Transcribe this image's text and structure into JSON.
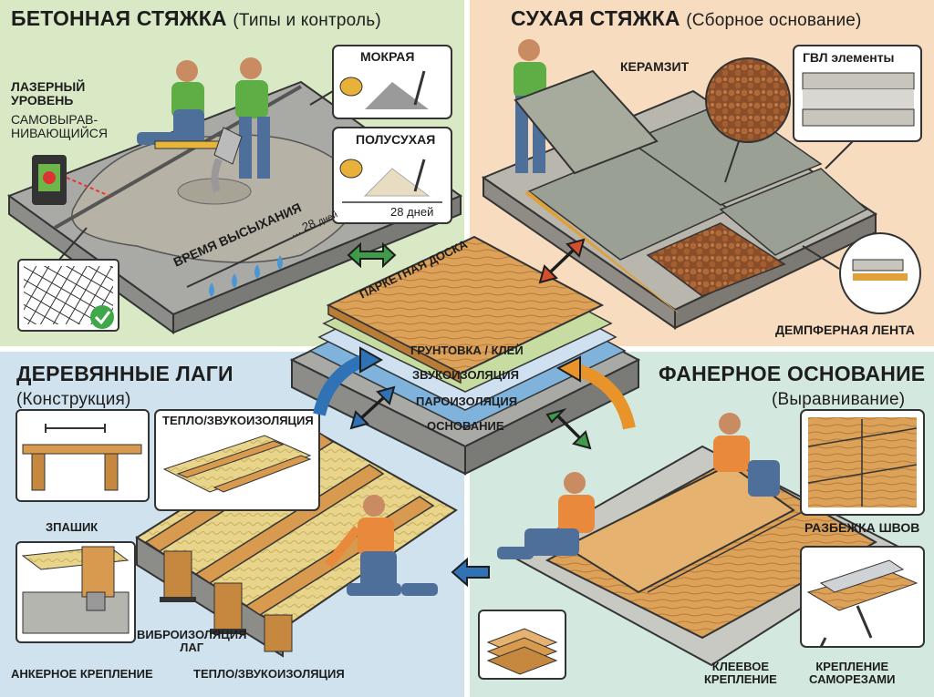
{
  "quadrants": {
    "concrete": {
      "title": "БЕТОННАЯ СТЯЖКА",
      "subtitle": "(Типы и контроль)",
      "laser_label_1": "ЛАЗЕРНЫЙ",
      "laser_label_2": "УРОВЕНЬ",
      "self_level_1": "САМОВЫРАВ-",
      "self_level_2": "НИВАЮЩИЙСЯ",
      "wet": "МОКРАЯ",
      "semidry": "ПОЛУСУХАЯ",
      "days_28": "28 дней",
      "drying_time": "ВРЕМЯ ВЫСЫХАНИЯ",
      "drying_end": "... 28",
      "drying_unit": "дней"
    },
    "dry": {
      "title": "СУХАЯ СТЯЖКА",
      "subtitle": "(Сборное основание)",
      "expanded_clay": "КЕРАМЗИТ",
      "gvl": "ГВЛ элементы",
      "damper": "ДЕМПФЕРНАЯ ЛЕНТА"
    },
    "joists": {
      "title": "ДЕРЕВЯННЫЕ ЛАГИ",
      "subtitle": "(Конструкция)",
      "insulation_top": "ТЕПЛО/ЗВУКОИЗОЛЯЦИЯ",
      "spike": "ЗПАШИК",
      "vibro_1": "ВИБРОИЗОЛЯЦИЯ",
      "vibro_2": "ЛАГ",
      "anchor": "АНКЕРНОЕ КРЕПЛЕНИЕ",
      "insulation_bottom": "ТЕПЛО/ЗВУКОИЗОЛЯЦИЯ"
    },
    "plywood": {
      "title": "ФАНЕРНОЕ ОСНОВАНИЕ",
      "subtitle": "(Выравнивание)",
      "stagger": "РАЗБЕЖКА ШВОВ",
      "glue_1": "КЛЕЕВОЕ",
      "glue_2": "КРЕПЛЕНИЕ",
      "screws_1": "КРЕПЛЕНИЕ",
      "screws_2": "САМОРЕЗАМИ"
    }
  },
  "center": {
    "parquet": "ПАРКЕТНАЯ ДОСКА",
    "primer": "ГРУНТОВКА / КЛЕЙ",
    "sound": "ЗВУКОИЗОЛЯЦИЯ",
    "vapor": "ПАРОИЗОЛЯЦИЯ",
    "base": "ОСНОВАНИЕ"
  },
  "colors": {
    "concrete_bg": "#d9e9c6",
    "dry_bg": "#f7dcc0",
    "joists_bg": "#cfe2ee",
    "plywood_bg": "#d3e8df",
    "arrow_green": "#3f9a49",
    "arrow_red": "#d4502c",
    "arrow_blue": "#2f73b6",
    "arrow_orange": "#e9932b",
    "wood": "#d89a4f"
  }
}
